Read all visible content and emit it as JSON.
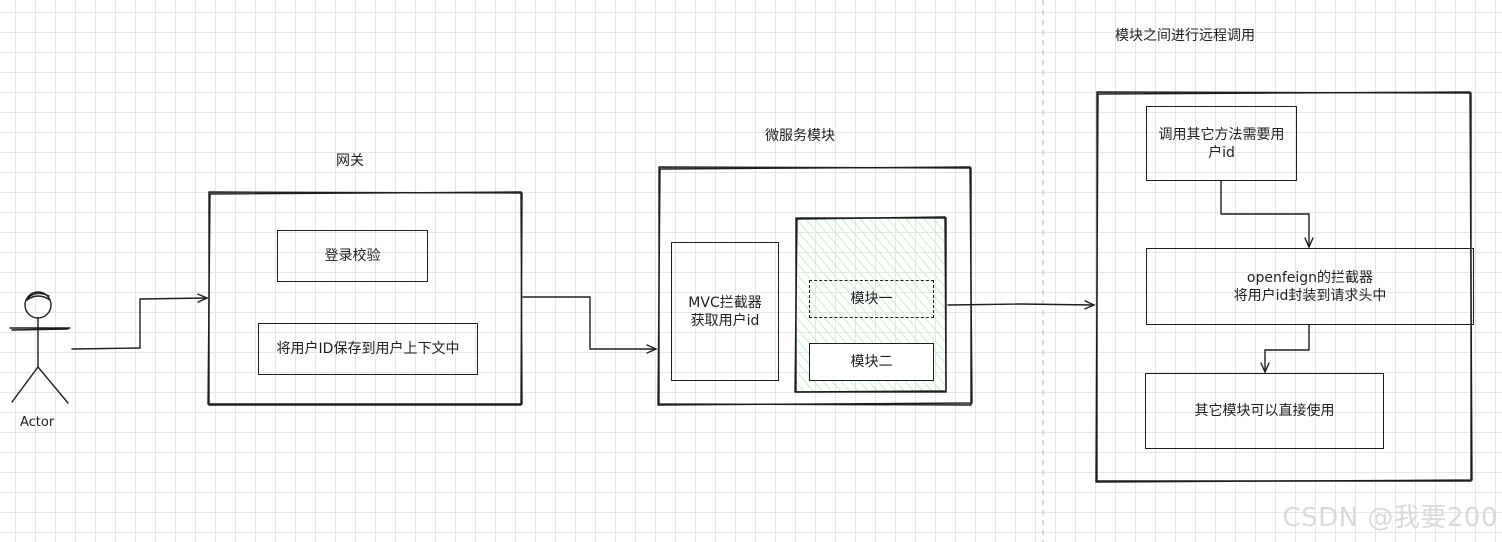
{
  "actor": {
    "label": "Actor"
  },
  "gateway": {
    "title": "网关",
    "login_check": "登录校验",
    "save_user": "将用户ID保存到用户上下文中"
  },
  "microservice": {
    "title": "微服务模块",
    "interceptor_line1": "MVC拦截器",
    "interceptor_line2": "获取用户id",
    "module1": "模块一",
    "module2": "模块二"
  },
  "remote": {
    "title": "模块之间进行远程调用",
    "need_uid_line1": "调用其它方法需要用",
    "need_uid_line2": "户id",
    "feign_line1": "openfeign的拦截器",
    "feign_line2": "将用户id封装到请求头中",
    "use_directly": "其它模块可以直接使用"
  },
  "watermark": "CSDN @我要200",
  "colors": {
    "stroke": "#1e1e1e",
    "hachure": "#b2f2bb",
    "grid": "#e6e6e6"
  }
}
